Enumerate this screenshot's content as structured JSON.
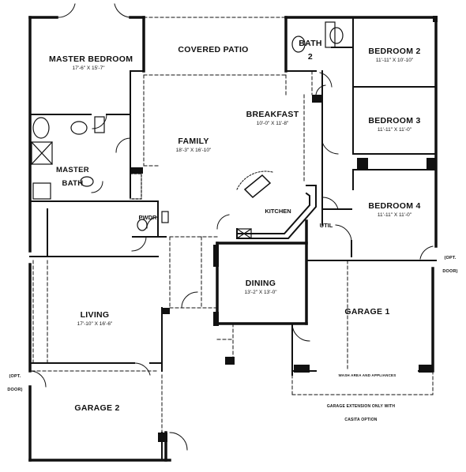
{
  "plan": {
    "rooms": {
      "master_bedroom": {
        "name": "MASTER BEDROOM",
        "dims": "17'-6\" X 15'-7\""
      },
      "covered_patio": {
        "name": "COVERED PATIO"
      },
      "bath2": {
        "name": "BATH 2"
      },
      "bedroom2": {
        "name": "BEDROOM 2",
        "dims": "11'-11\" X 10'-10\""
      },
      "bedroom3": {
        "name": "BEDROOM 3",
        "dims": "11'-11\" X 11'-0\""
      },
      "bedroom4": {
        "name": "BEDROOM 4",
        "dims": "11'-11\" X 11'-0\""
      },
      "breakfast": {
        "name": "BREAKFAST",
        "dims": "10'-0\" X 11'-8\""
      },
      "family": {
        "name": "FAMILY",
        "dims": "18'-3\" X 16'-10\""
      },
      "master_bath": {
        "name": "MASTER BATH"
      },
      "kitchen": {
        "name": "KITCHEN"
      },
      "powder": {
        "name": "PWDR"
      },
      "utility": {
        "name": "UTIL"
      },
      "dining": {
        "name": "DINING",
        "dims": "13'-2\" X 13'-0\""
      },
      "living": {
        "name": "LIVING",
        "dims": "17'-10\" X 16'-6\""
      },
      "garage1": {
        "name": "GARAGE 1"
      },
      "garage2": {
        "name": "GARAGE 2"
      }
    },
    "notes": {
      "opt_door_right": "(OPT. DOOR)",
      "opt_door_left": "(OPT. DOOR)",
      "garage_shelf": "WASH AREA AND APPLIANCES",
      "garage_extension": "GARAGE EXTENSION ONLY WITH CASITA OPTION"
    },
    "colors": {
      "wall": "#111111",
      "dash": "#222222",
      "background": "#ffffff"
    }
  }
}
